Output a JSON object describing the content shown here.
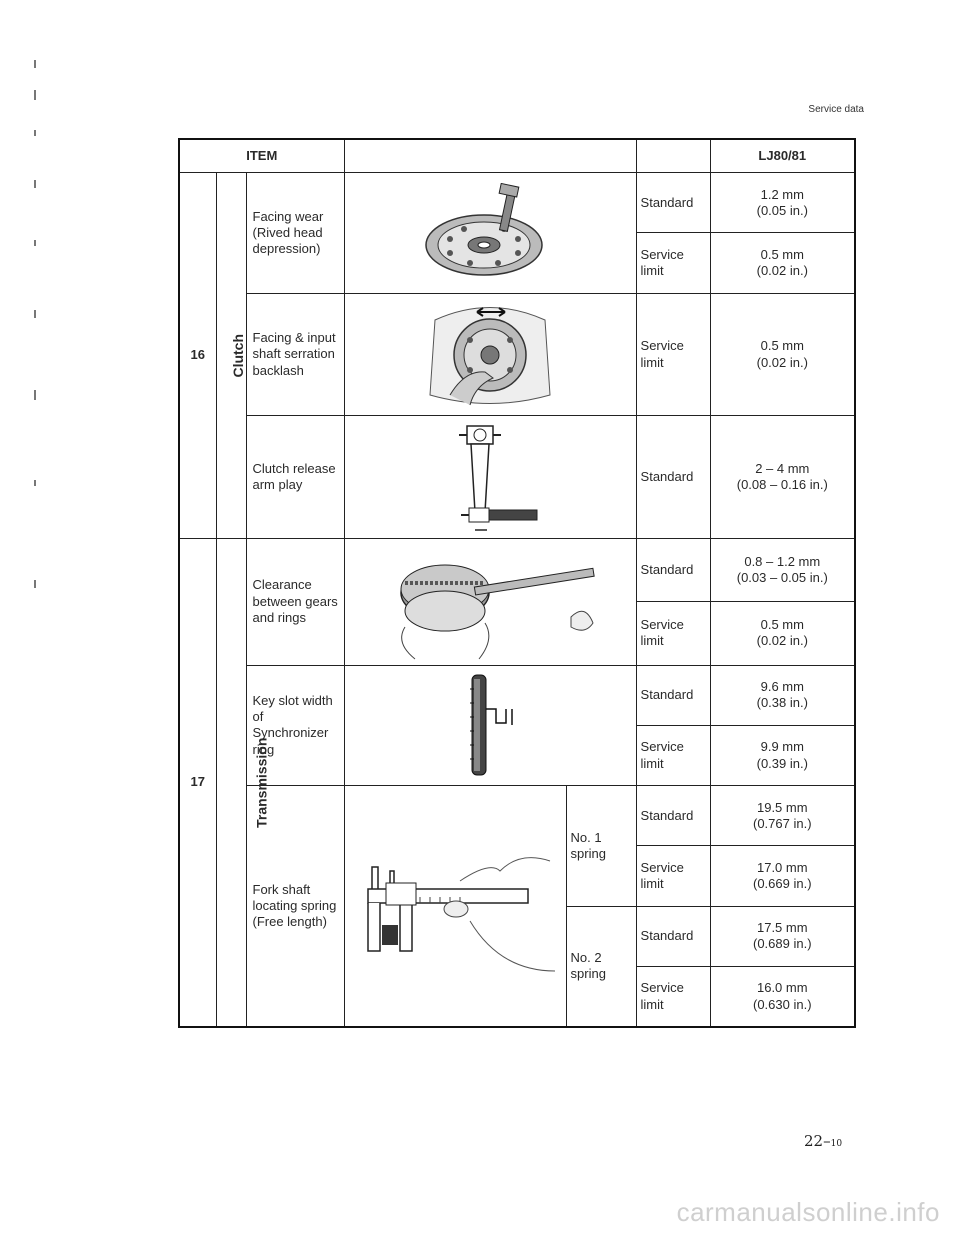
{
  "page": {
    "section": "Service data",
    "page_number": "22",
    "page_suffix": "10",
    "watermark": "carmanualsonline.info"
  },
  "table": {
    "header": {
      "item": "ITEM",
      "model": "LJ80/81"
    },
    "groups": [
      {
        "number": "16",
        "name": "Clutch",
        "rows": [
          {
            "item": "Facing wear (Rived head depression)",
            "figure": "clutch-disc-rivet-depth-icon",
            "specs": [
              {
                "label": "Standard",
                "value_mm": "1.2 mm",
                "value_in": "(0.05 in.)"
              },
              {
                "label": "Service limit",
                "value_mm": "0.5 mm",
                "value_in": "(0.02 in.)"
              }
            ]
          },
          {
            "item": "Facing & input shaft serration backlash",
            "figure": "clutch-disc-backlash-icon",
            "specs": [
              {
                "label": "Service limit",
                "value_mm": "0.5 mm",
                "value_in": "(0.02 in.)"
              }
            ]
          },
          {
            "item": "Clutch release arm play",
            "figure": "release-arm-icon",
            "specs": [
              {
                "label": "Standard",
                "value_mm": "2 – 4 mm",
                "value_in": "(0.08 – 0.16 in.)"
              }
            ]
          }
        ]
      },
      {
        "number": "17",
        "name": "Transmission",
        "rows": [
          {
            "item": "Clearance between gears and rings",
            "figure": "gear-ring-feeler-icon",
            "specs": [
              {
                "label": "Standard",
                "value_mm": "0.8 – 1.2 mm",
                "value_in": "(0.03 – 0.05 in.)"
              },
              {
                "label": "Service limit",
                "value_mm": "0.5 mm",
                "value_in": "(0.02 in.)"
              }
            ]
          },
          {
            "item": "Key slot width of Synchronizer ring",
            "figure": "synchronizer-ring-icon",
            "specs": [
              {
                "label": "Standard",
                "value_mm": "9.6 mm",
                "value_in": "(0.38 in.)"
              },
              {
                "label": "Service limit",
                "value_mm": "9.9 mm",
                "value_in": "(0.39 in.)"
              }
            ]
          },
          {
            "item": "Fork shaft locating spring (Free length)",
            "figure": "caliper-spring-icon",
            "subgroups": [
              {
                "name": "No. 1 spring",
                "specs": [
                  {
                    "label": "Standard",
                    "value_mm": "19.5 mm",
                    "value_in": "(0.767 in.)"
                  },
                  {
                    "label": "Service limit",
                    "value_mm": "17.0 mm",
                    "value_in": "(0.669 in.)"
                  }
                ]
              },
              {
                "name": "No. 2 spring",
                "specs": [
                  {
                    "label": "Standard",
                    "value_mm": "17.5 mm",
                    "value_in": "(0.689 in.)"
                  },
                  {
                    "label": "Service limit",
                    "value_mm": "16.0 mm",
                    "value_in": "(0.630 in.)"
                  }
                ]
              }
            ]
          }
        ]
      }
    ]
  }
}
